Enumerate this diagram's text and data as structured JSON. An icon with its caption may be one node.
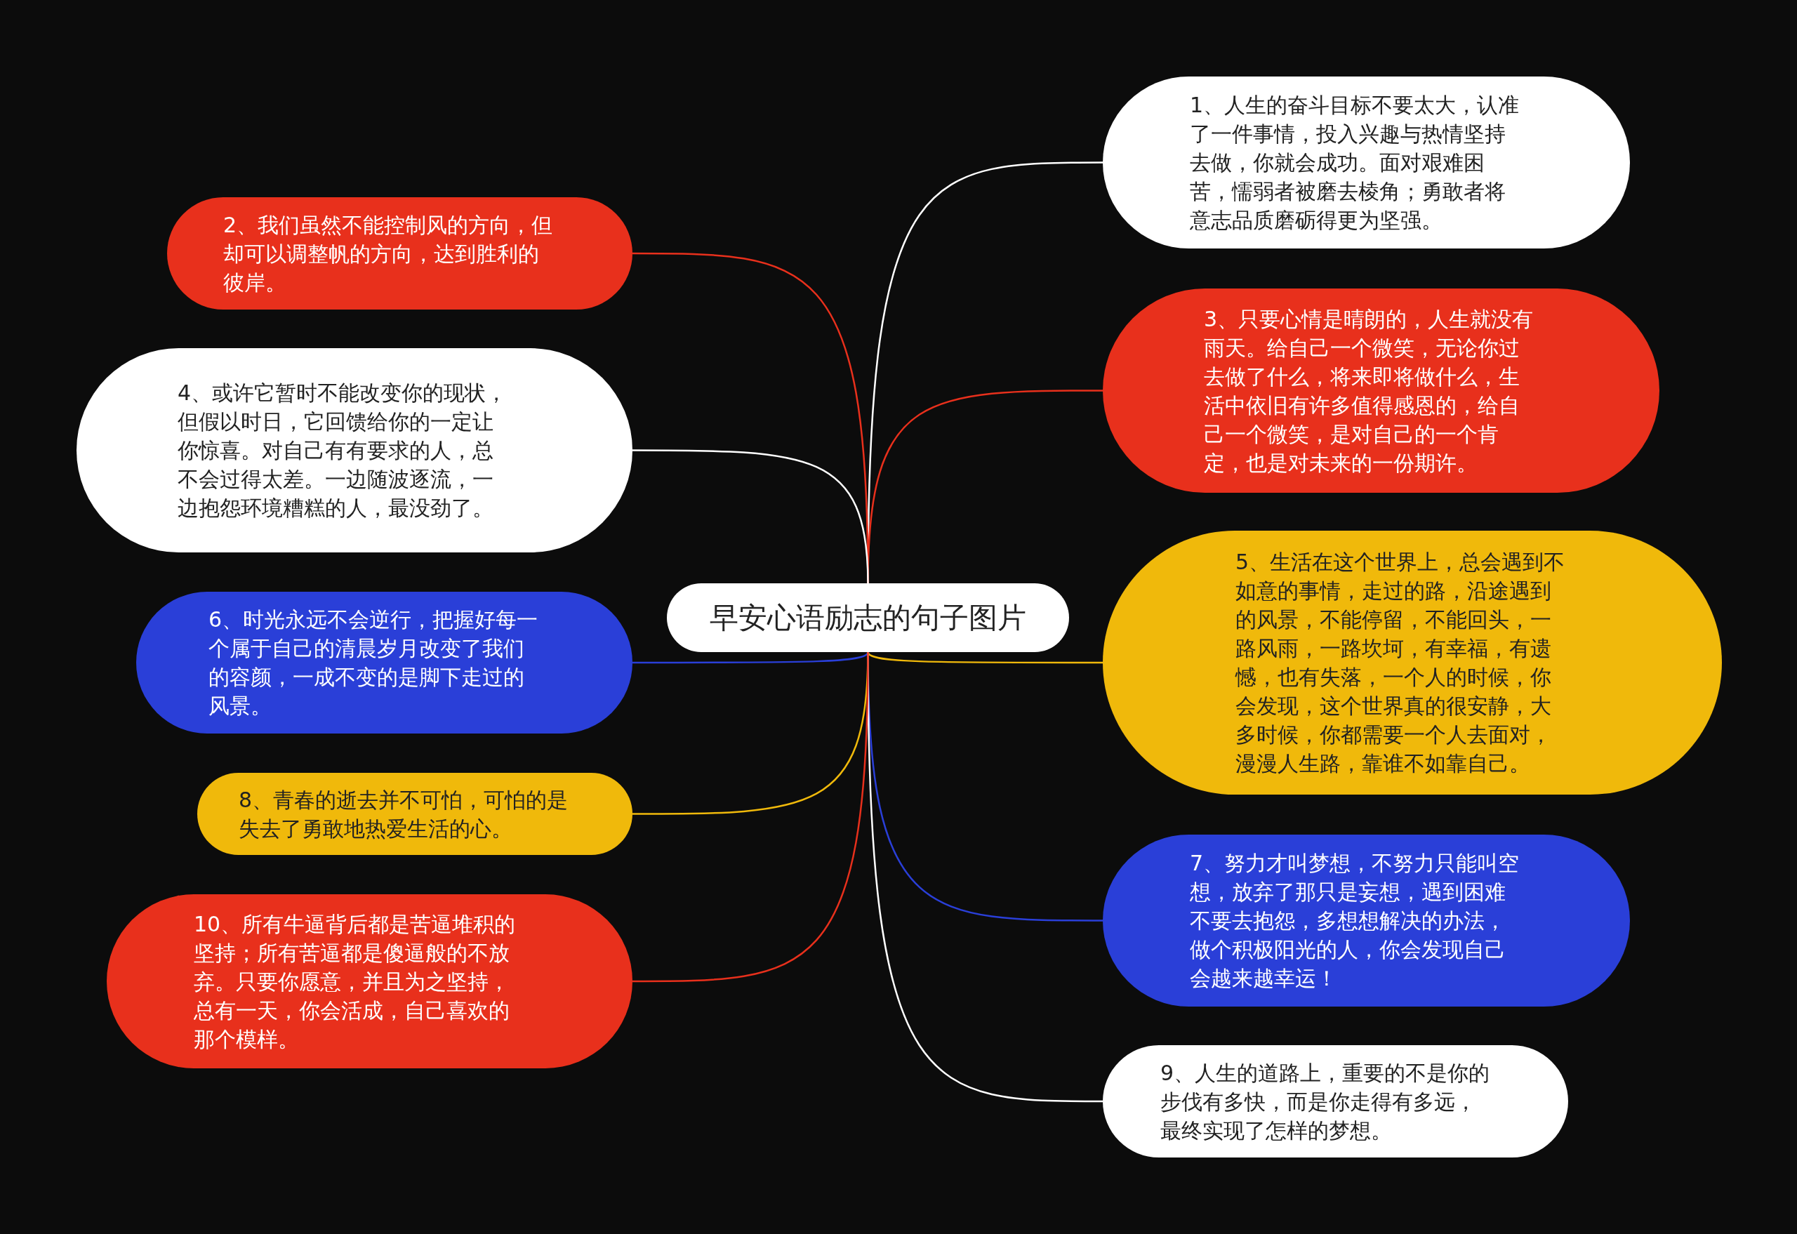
{
  "diagram": {
    "nodes": [
      {
        "text": [
          "早安心语励志的句子图片"
        ]
      },
      {
        "text": [
          "1、人生的奋斗目标不要太大，认准了一件事情，投入兴趣与热情坚持去做，你就会成功。面对艰难困苦，懦弱者被磨去棱角；勇敢者将意志品质磨砺得更为坚强。"
        ]
      },
      {
        "text": [
          "2、我们虽然不能控制风的方向，但却可以调整帆的方向，达到胜利的彼岸。"
        ]
      },
      {
        "text": [
          "3、只要心情是晴朗的，人生就没有雨天。给自己一个微笑，无论你过去做了什么，将来即将做什么，生活中依旧有许多值得感恩的，给自己一个微笑，是对自己的一个肯定，也是对未来的一份期许。"
        ]
      },
      {
        "text": [
          "4、或许它暂时不能改变你的现状，但假以时日，它回馈给你的一定让你惊喜。对自己有有要求的人，总不会过得太差。一边随波逐流，一边抱怨环境糟糕的人，最没劲了。"
        ]
      },
      {
        "text": [
          "5、生活在这个世界上，总会遇到不如意的事情，走过的路，沿途遇到的风景，不能停留，不能回头，一路风雨，一路坎坷，有幸福，有遗憾，也有失落，一个人的时候，你会发现，这个世界真的很安静，大多时候，你都需要一个人去面对，漫漫人生路，靠谁不如靠自己。"
        ]
      },
      {
        "text": [
          "6、时光永远不会逆行，把握好每一个属于自己的清晨岁月改变了我们的容颜，一成不变的是脚下走过的风景。"
        ]
      },
      {
        "text": [
          "7、努力才叫梦想，不努力只能叫空想，放弃了那只是妄想，遇到困难不要去抱怨，多想想解决的办法，做个积极阳光的人，你会发现自己会越来越幸运！"
        ]
      },
      {
        "text": [
          "8、青春的逝去并不可怕，可怕的是失去了勇敢地热爱生活的心。"
        ]
      },
      {
        "text": [
          "9、人生的道路上，重要的不是你的步伐有多快，而是你走得有多远，最终实现了怎样的梦想。"
        ]
      },
      {
        "text": [
          "10、所有牛逼背后都是苦逼堆积的坚持；所有苦逼都是傻逼般的不放弃。只要你愿意，并且为之坚持，总有一天，你会活成，自己喜欢的那个模样。"
        ]
      }
    ],
    "edges": [
      {
        "from": 0,
        "to": 1,
        "arrow": "none",
        "color": "#ffffff"
      },
      {
        "from": 0,
        "to": 2,
        "arrow": "none",
        "color": "#e8301c"
      },
      {
        "from": 0,
        "to": 3,
        "arrow": "none",
        "color": "#e8301c"
      },
      {
        "from": 0,
        "to": 4,
        "arrow": "none",
        "color": "#ffffff"
      },
      {
        "from": 0,
        "to": 5,
        "arrow": "none",
        "color": "#f0b90b"
      },
      {
        "from": 0,
        "to": 6,
        "arrow": "none",
        "color": "#2a3fd8"
      },
      {
        "from": 0,
        "to": 7,
        "arrow": "none",
        "color": "#2a3fd8"
      },
      {
        "from": 0,
        "to": 8,
        "arrow": "none",
        "color": "#f0b90b"
      },
      {
        "from": 0,
        "to": 9,
        "arrow": "none",
        "color": "#ffffff"
      },
      {
        "from": 0,
        "to": 10,
        "arrow": "none",
        "color": "#e8301c"
      }
    ]
  }
}
